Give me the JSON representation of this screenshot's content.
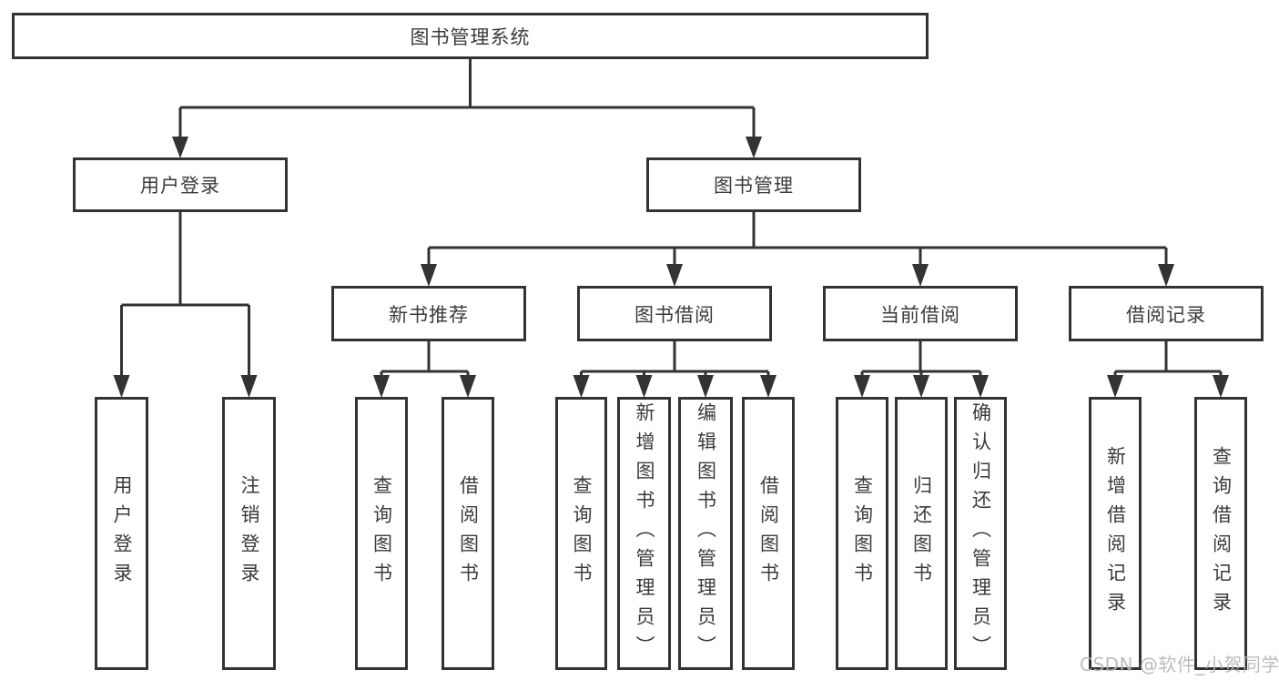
{
  "diagram": {
    "root": "图书管理系统",
    "branches": [
      {
        "label": "用户登录",
        "children": [
          "用户登录",
          "注销登录"
        ]
      },
      {
        "label": "图书管理",
        "children": [
          {
            "label": "新书推荐",
            "children": [
              "查询图书",
              "借阅图书"
            ]
          },
          {
            "label": "图书借阅",
            "children": [
              "查询图书",
              "新增图书（管理员）",
              "编辑图书（管理员）",
              "借阅图书"
            ]
          },
          {
            "label": "当前借阅",
            "children": [
              "查询图书",
              "归还图书",
              "确认归还（管理员）"
            ]
          },
          {
            "label": "借阅记录",
            "children": [
              "新增借阅记录",
              "查询借阅记录"
            ]
          }
        ]
      }
    ]
  },
  "watermark": "CSDN @软件_小贺同学",
  "colors": {
    "line": "#333333",
    "text": "#3b3b3b",
    "watermark": "#b4b5b8",
    "background": "#ffffff"
  }
}
